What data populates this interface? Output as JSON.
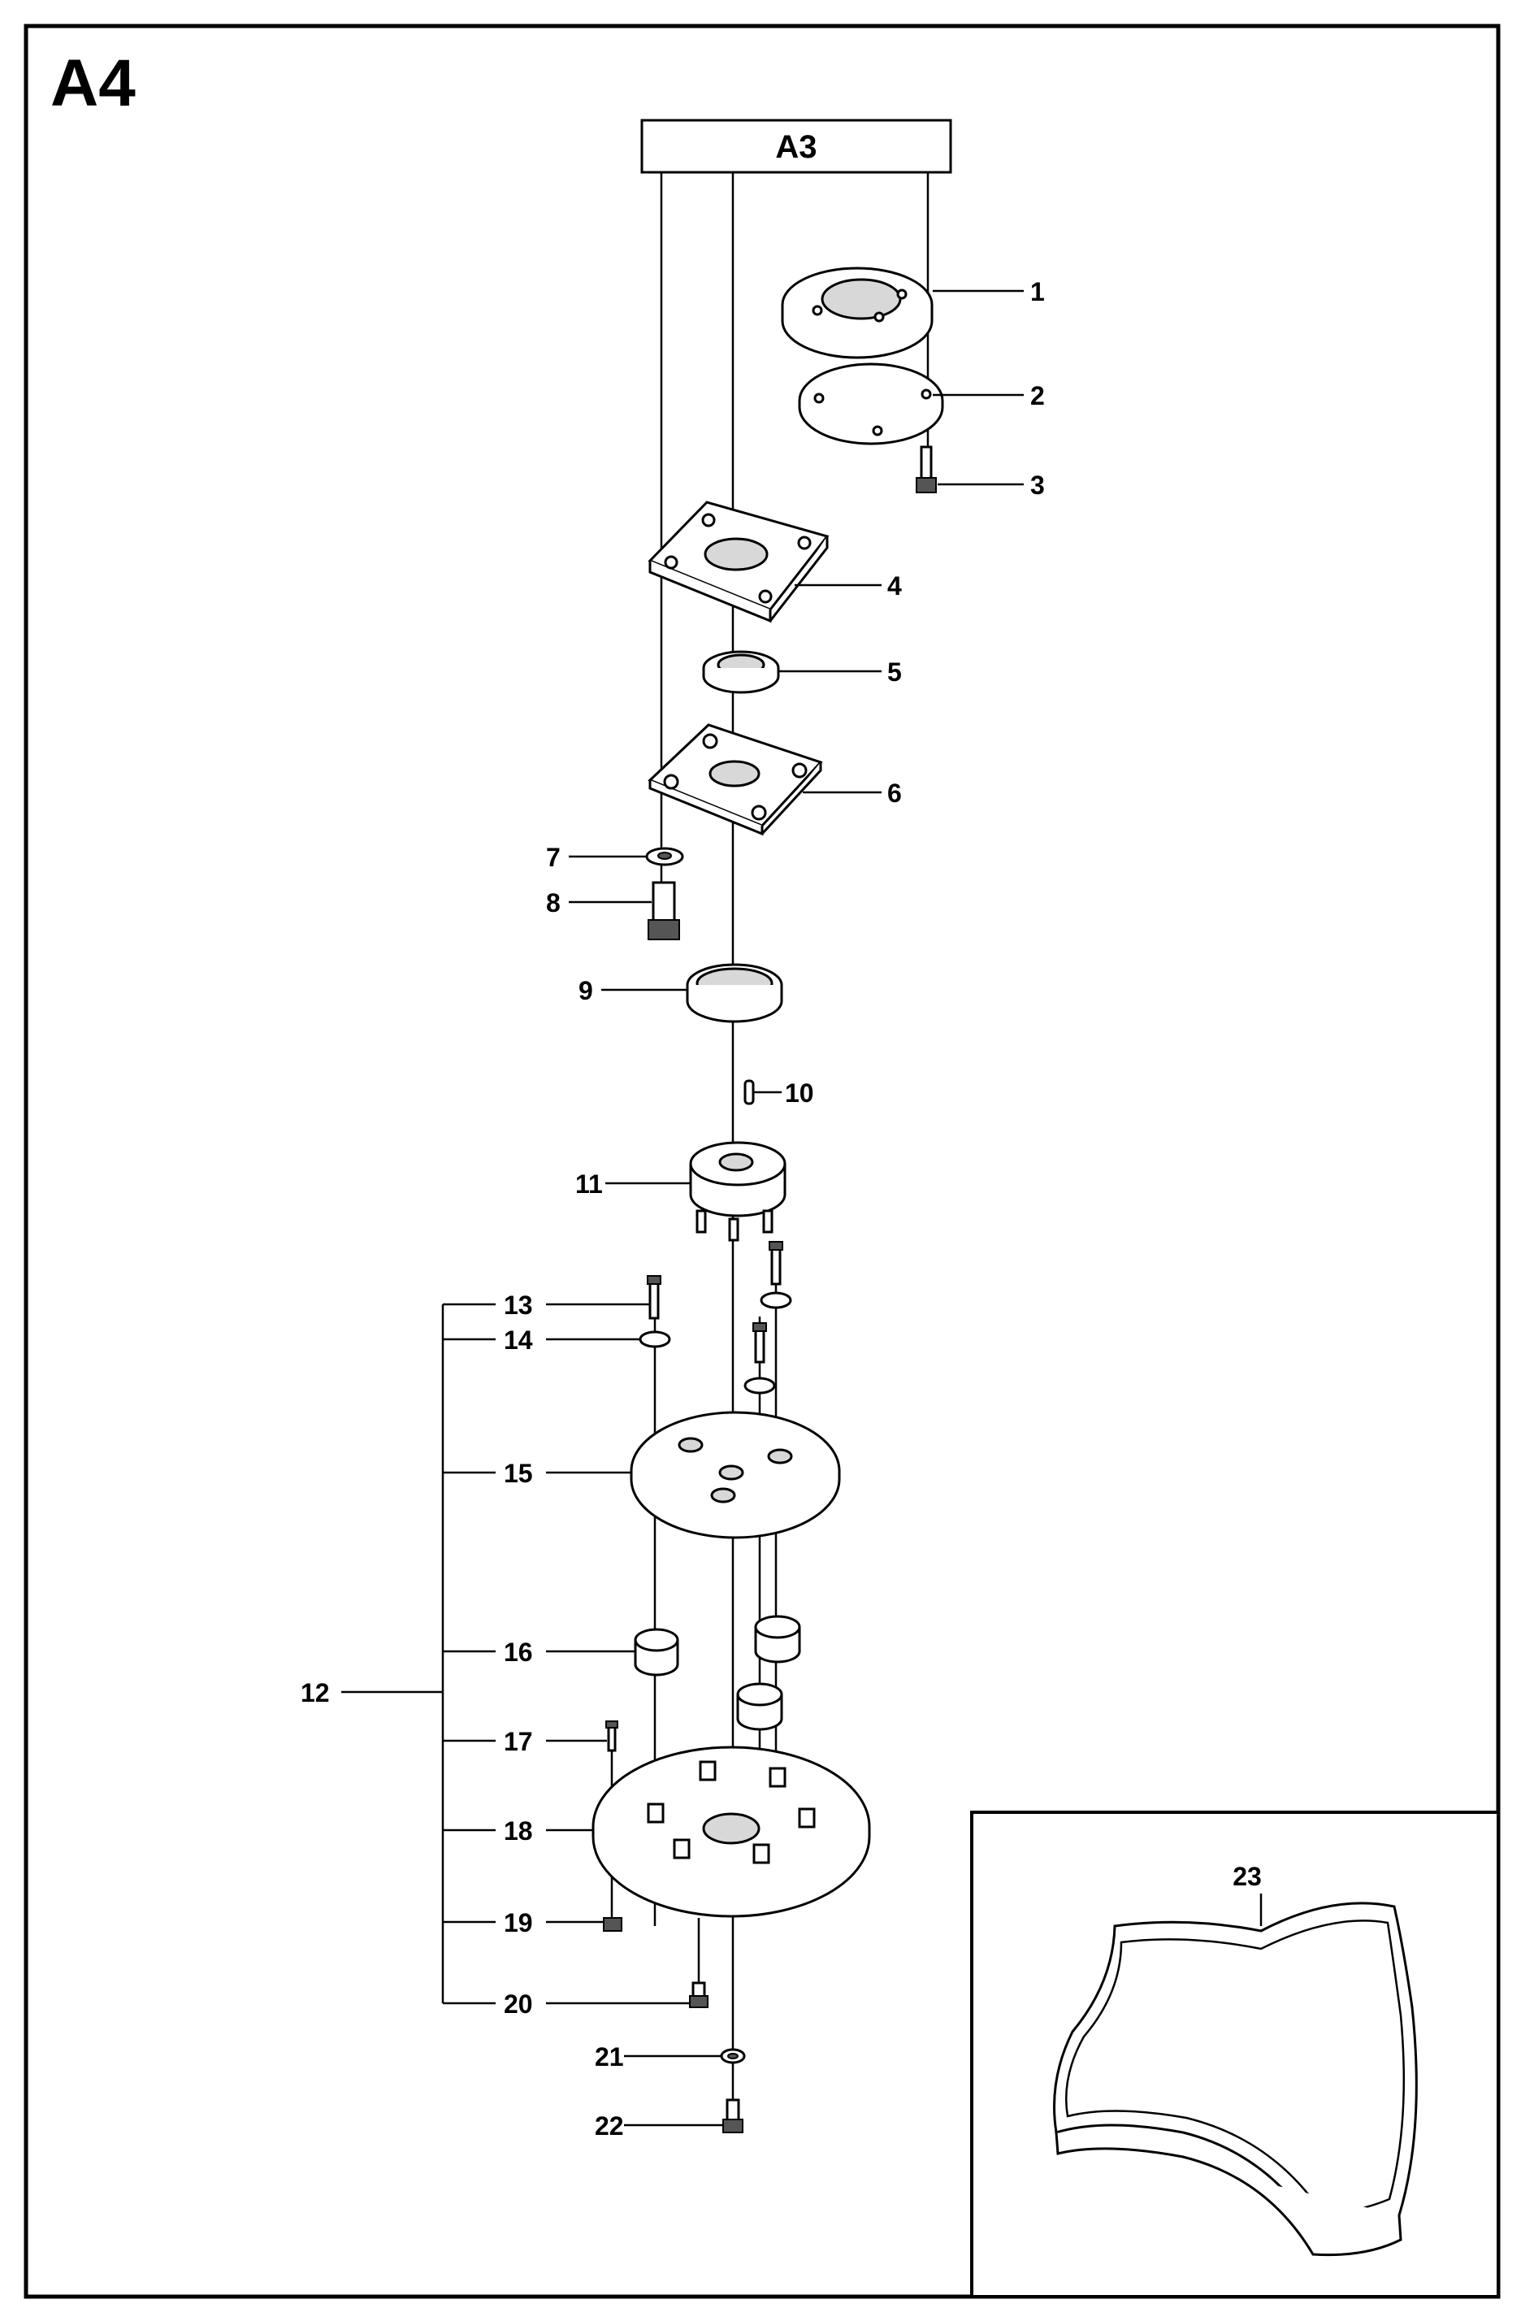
{
  "sheet": {
    "section_code": "A4",
    "parent_ref": "A3"
  },
  "callouts": [
    "1",
    "2",
    "3",
    "4",
    "5",
    "6",
    "7",
    "8",
    "9",
    "10",
    "11",
    "12",
    "13",
    "14",
    "15",
    "16",
    "17",
    "18",
    "19",
    "20",
    "21",
    "22",
    "23"
  ],
  "inset": {
    "part_number": "23"
  }
}
